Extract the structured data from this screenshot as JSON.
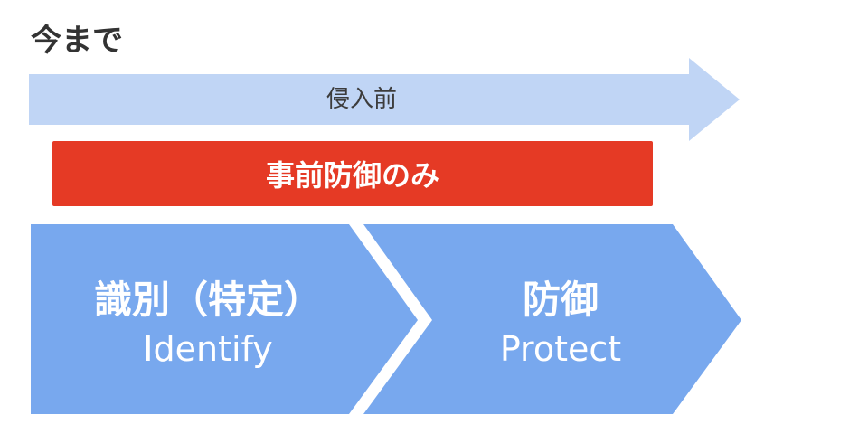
{
  "title": "今まで",
  "timeline": {
    "label": "侵入前"
  },
  "banner": {
    "label": "事前防御のみ"
  },
  "steps": [
    {
      "main": "識別（特定）",
      "sub": "Identify"
    },
    {
      "main": "防御",
      "sub": "Protect"
    }
  ],
  "colors": {
    "timeline_arrow": "#c0d5f5",
    "banner": "#e53a25",
    "steps": "#78a8ee",
    "title_text": "#333333"
  }
}
